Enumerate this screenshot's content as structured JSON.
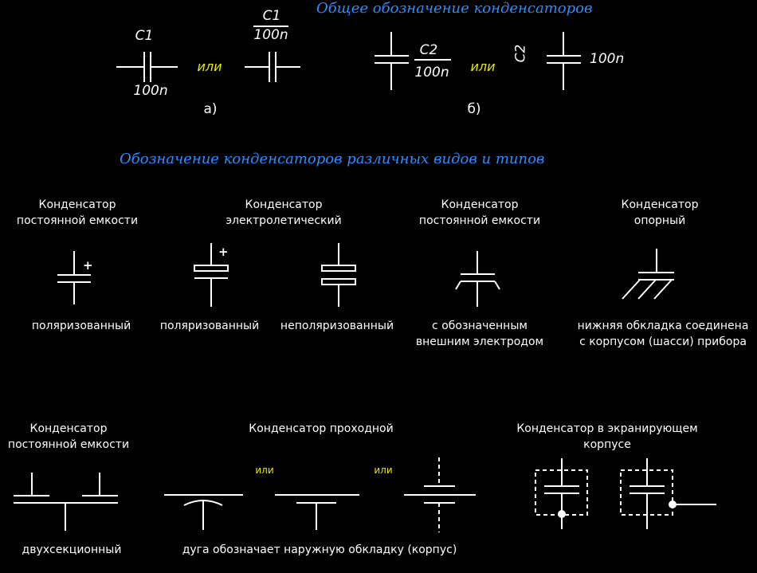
{
  "titles": {
    "general": "Общее обозначение конденсаторов",
    "types": "Обозначение конденсаторов различных видов и типов"
  },
  "top": {
    "c1_label": "C1",
    "c1_value": "100n",
    "c1b_label": "C1",
    "c1b_value": "100n",
    "or_a": "или",
    "caption_a": "а)",
    "c2_label": "C2",
    "c2_value": "100n",
    "or_b": "или",
    "c2b_label": "C2",
    "c2b_value": "100n",
    "caption_b": "б)"
  },
  "row1": {
    "fixed_heading": [
      "Конденсатор",
      "постоянной емкости"
    ],
    "electrolytic_heading": [
      "Конденсатор",
      "электролетический"
    ],
    "fixed2_heading": [
      "Конденсатор",
      "постоянной емкости"
    ],
    "reference_heading": [
      "Конденсатор",
      "опорный"
    ],
    "plus_sign": "+",
    "polarized_1": "поляризованный",
    "polarized_2": "поляризованный",
    "nonpolarized": "неполяризованный",
    "outer_electrode": [
      "с обозначенным",
      "внешним электродом"
    ],
    "reference_caption": [
      "нижняя обкладка соединена",
      "с корпусом (шасси) прибора"
    ]
  },
  "row2": {
    "fixed_heading": [
      "Конденсатор",
      "постоянной емкости"
    ],
    "dual_section": "двухсекционный",
    "feedthrough_heading": "Конденсатор проходной",
    "or_1": "или",
    "or_2": "или",
    "arc_caption": "дуга обозначает наружную обкладку (корпус)",
    "shielded_heading": [
      "Конденсатор в экранирующем",
      "корпусе"
    ]
  }
}
